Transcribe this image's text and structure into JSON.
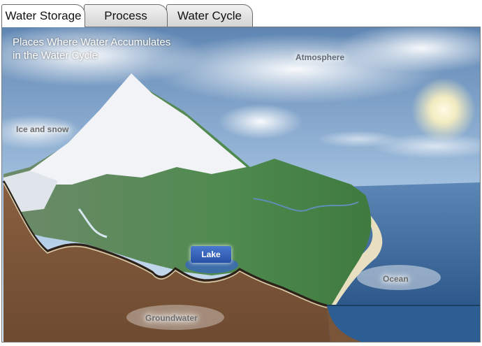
{
  "tabs": [
    {
      "label": "Water Storage",
      "active": true
    },
    {
      "label": "Process",
      "active": false
    },
    {
      "label": "Water Cycle",
      "active": false
    }
  ],
  "scene": {
    "title_line1": "Places Where Water Accumulates",
    "title_line2": "in the Water Cycle",
    "labels": {
      "atmosphere": "Atmosphere",
      "ice_and_snow": "Ice and snow",
      "lake": "Lake",
      "ocean": "Ocean",
      "groundwater": "Groundwater"
    }
  },
  "colors": {
    "sky": "#8fb3d6",
    "ocean": "#2e5f96",
    "soil": "#7b5538",
    "lake_badge": "#3563bd"
  }
}
